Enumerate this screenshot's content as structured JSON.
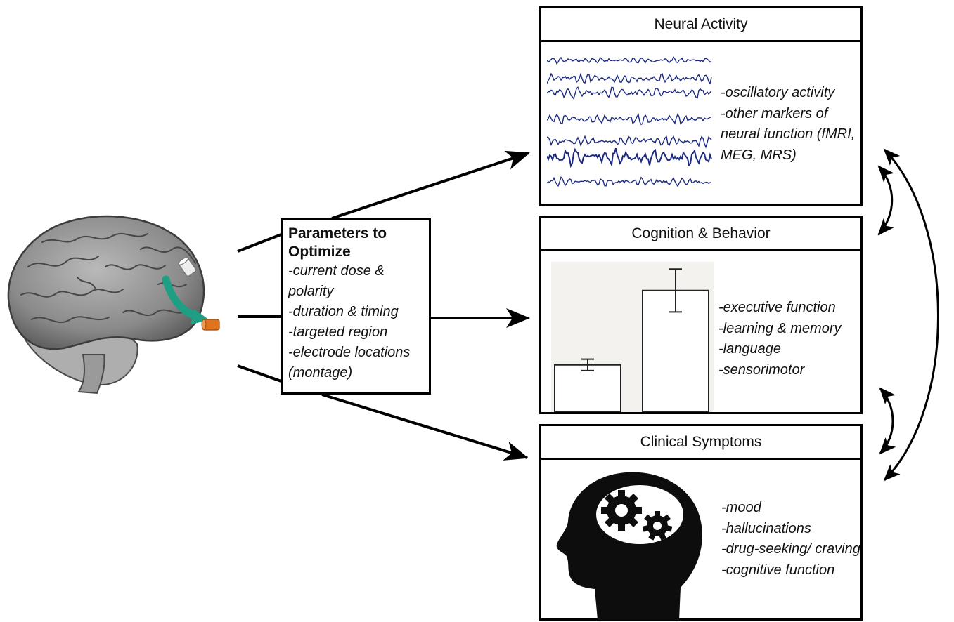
{
  "parameters": {
    "title": "Parameters to Optimize",
    "items": [
      "-current dose & polarity",
      "-duration & timing",
      "-targeted region",
      "-electrode locations (montage)"
    ]
  },
  "panels": [
    {
      "title": "Neural Activity",
      "items": [
        "-oscillatory activity",
        "-other markers of neural function (fMRI, MEG, MRS)"
      ]
    },
    {
      "title": "Cognition & Behavior",
      "items": [
        "-executive function",
        "-learning & memory",
        "-language",
        "-sensorimotor"
      ]
    },
    {
      "title": "Clinical Symptoms",
      "items": [
        "-mood",
        "-hallucinations",
        "-drug-seeking/ craving",
        "-cognitive function"
      ]
    }
  ],
  "bar_chart": {
    "type": "bar",
    "categories": [
      "",
      ""
    ],
    "values": [
      33,
      85
    ],
    "errors": [
      4,
      15
    ],
    "ylim": [
      0,
      105
    ]
  },
  "colors": {
    "eeg": "#1c2a80",
    "brain": "#8c8c8c",
    "arrow_teal": "#1e9e82",
    "electrode_orange": "#e0731e",
    "chart_bg": "#f3f2ee"
  },
  "icons": {
    "brain": "brain-icon",
    "head": "head-with-gears-icon"
  }
}
